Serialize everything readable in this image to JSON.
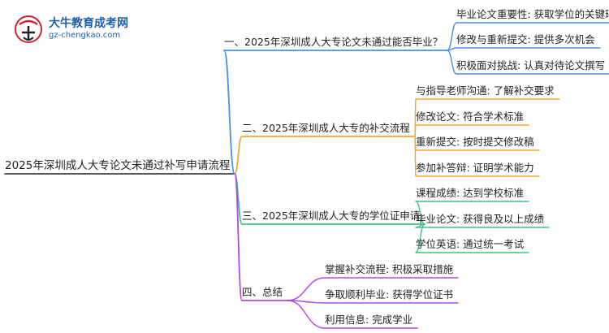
{
  "logo": {
    "title": "大牛教育成考网",
    "url": "gz-chengkao.com"
  },
  "colors": {
    "blue": "#4a90e2",
    "orange": "#f0a830",
    "green": "#3ec48a",
    "purple": "#b04ae0",
    "root": "#222222"
  },
  "mindmap": {
    "root": "2025年深圳成人大专论文未通过补写申请流程",
    "branches": [
      {
        "label": "一、2025年深圳成人大专论文未通过能否毕业？",
        "color": "blue",
        "children": [
          "毕业论文重要性: 获取学位的关键环节",
          "修改与重新提交: 提供多次机会",
          "积极面对挑战: 认真对待论文撰写"
        ]
      },
      {
        "label": "二、2025年深圳成人大专的补交流程",
        "color": "orange",
        "children": [
          "与指导老师沟通: 了解补交要求",
          "修改论文: 符合学术标准",
          "重新提交: 按时提交修改稿",
          "参加补答辩: 证明学术能力"
        ]
      },
      {
        "label": "三、2025年深圳成人大专的学位证申请",
        "color": "green",
        "children": [
          "课程成绩: 达到学校标准",
          "毕业论文: 获得良及以上成绩",
          "学位英语: 通过统一考试"
        ]
      },
      {
        "label": "四、总结",
        "color": "purple",
        "children": [
          "掌握补交流程: 积极采取措施",
          "争取顺利毕业: 获得学位证书",
          "利用信息: 完成学业"
        ]
      }
    ]
  }
}
